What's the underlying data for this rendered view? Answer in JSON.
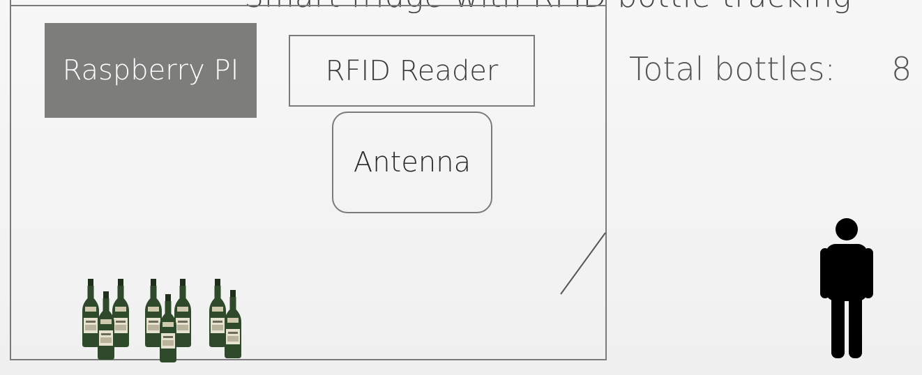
{
  "title": "Smart fridge with RFID bottle tracking",
  "components": {
    "raspberry_pi": "Raspberry PI",
    "rfid_reader": "RFID Reader",
    "antenna": "Antenna"
  },
  "total": {
    "label": "Total bottles:",
    "value": "8"
  },
  "bottle_count": 8,
  "icons": {
    "person": "person-icon",
    "bottle": "wine-bottle-icon",
    "door": "door-line"
  },
  "colors": {
    "rpi_fill": "#7d7d7c",
    "box_border": "#7a7a7a",
    "bottle_green": "#2e4a2a",
    "person": "#000000"
  }
}
